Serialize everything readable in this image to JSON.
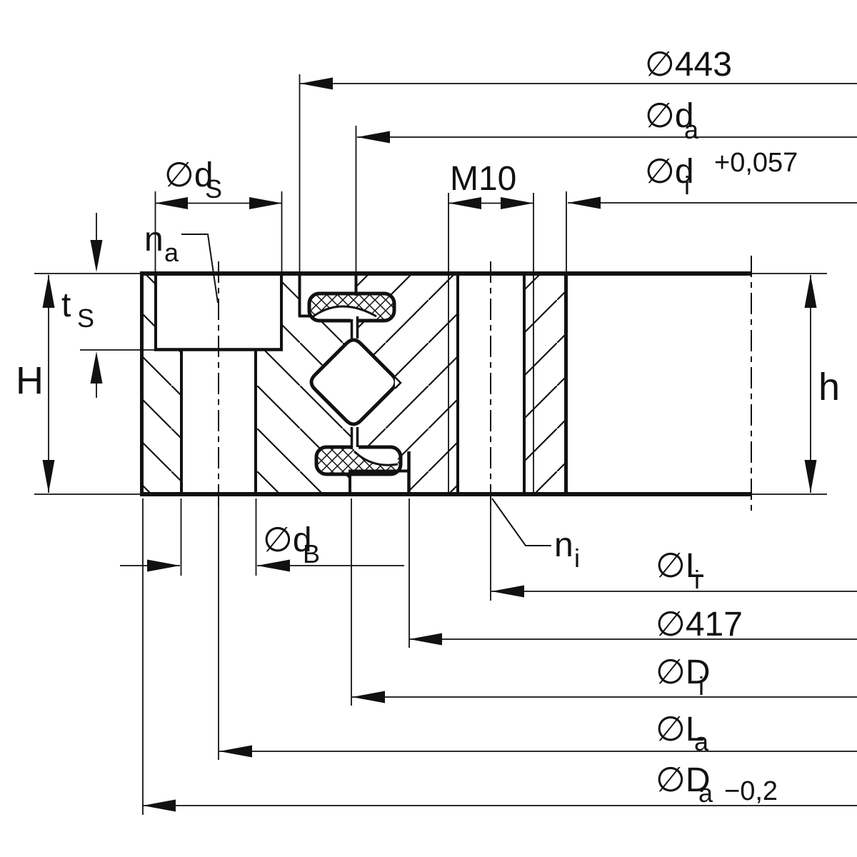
{
  "drawing": {
    "type": "bearing-cross-section",
    "description": "Crossed roller slewing ring, sectional technical drawing",
    "ink_color": "#111111",
    "background_color": "#ffffff"
  },
  "labels": {
    "dia_443": "∅443",
    "dia_da_main": "∅d",
    "dia_da_sub": "a",
    "dia_di_main": "∅d",
    "dia_di_sub": "i",
    "dia_di_tol": "+0,057",
    "thread_size": "M10",
    "dia_ds_main": "∅d",
    "dia_ds_sub": "S",
    "hole_count_outer_main": "n",
    "hole_count_outer_sub": "a",
    "counterbore_depth_main": "t",
    "counterbore_depth_sub": "S",
    "height_outer": "H",
    "height_inner": "h",
    "dia_db_main": "∅d",
    "dia_db_sub": "B",
    "hole_count_inner_main": "n",
    "hole_count_inner_sub": "i",
    "dia_li_main": "∅L",
    "dia_li_sub": "i",
    "dia_417": "∅417",
    "dia_Di_main": "∅D",
    "dia_Di_sub": "i",
    "dia_la_main": "∅L",
    "dia_la_sub": "a",
    "dia_Da_main": "∅D",
    "dia_Da_sub": "a",
    "dia_Da_tol": "−0,2"
  }
}
